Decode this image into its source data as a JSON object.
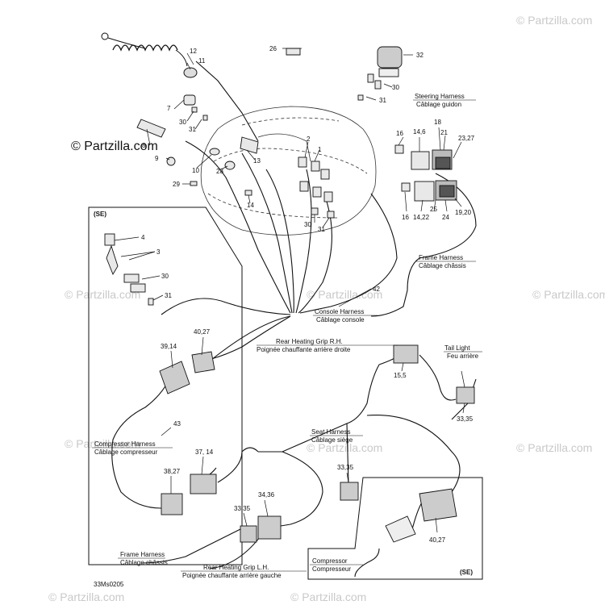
{
  "watermark": "© Partzilla.com",
  "drawing_code": "33Ms0205",
  "callouts": {
    "c1": "1",
    "c2": "2",
    "c3": "3",
    "c4": "4",
    "c7": "7",
    "c8": "8",
    "c9": "9",
    "c10": "10",
    "c11": "11",
    "c12": "12",
    "c13": "13",
    "c14a": "14",
    "c16a": "16",
    "c16b": "16",
    "c18": "18",
    "c21": "21",
    "c23_27": "23,27",
    "c14_6": "14,6",
    "c14_22": "14,22",
    "c25": "25",
    "c24": "24",
    "c19_20": "19,20",
    "c26": "26",
    "c28": "28",
    "c29": "29",
    "c30a": "30",
    "c30b": "30",
    "c30c": "30",
    "c30d": "30",
    "c31a": "31",
    "c31b": "31",
    "c31c": "31",
    "c31d": "31",
    "c32": "32",
    "c42": "42",
    "c43": "43",
    "c39_14": "39,14",
    "c40_27a": "40,27",
    "c37_14": "37, 14",
    "c38_27": "38,27",
    "c15_5": "15,5",
    "c33_35a": "33,35",
    "c33_35b": "33,35",
    "c33_35c": "33,35",
    "c34_36": "34,36",
    "c40_27b": "40,27"
  },
  "labels": {
    "steering_en": "Steering Harness",
    "steering_fr": "Câblage guidon",
    "frame_top_en": "Frame Harness",
    "frame_top_fr": "Câblage châssis",
    "console_en": "Console Harness",
    "console_fr": "Câblage console",
    "rear_rh_en": "Rear Heating Grip R.H.",
    "rear_rh_fr": "Poignée chauffante arrière droite",
    "tail_en": "Tail Light",
    "tail_fr": "Feu arrière",
    "seat_en": "Seat Harness",
    "seat_fr": "Câblage siège",
    "compressor_h_en": "Compressor Harness",
    "compressor_h_fr": "Câblage compresseur",
    "frame_bot_en": "Frame Harness",
    "frame_bot_fr": "Câblage châssis",
    "rear_lh_en": "Rear Heating Grip L.H.",
    "rear_lh_fr": "Poignée chauffante arrière gauche",
    "compressor_en": "Compressor",
    "compressor_fr": "Compresseur",
    "se_top": "(SE)",
    "se_bottom": "(SE)"
  }
}
